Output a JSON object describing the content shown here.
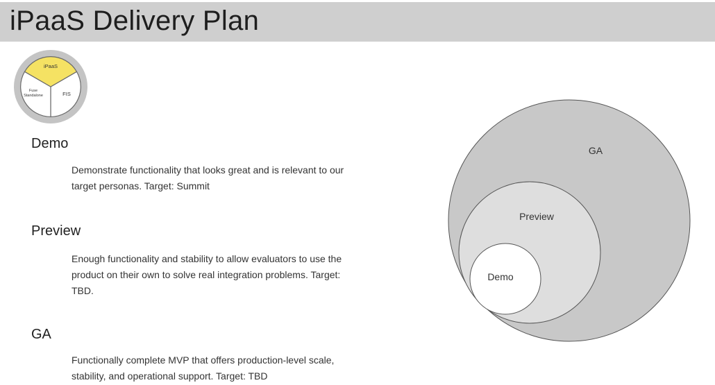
{
  "slide": {
    "title": "iPaaS Delivery Plan"
  },
  "badge": {
    "segments": [
      {
        "label": "iPaaS",
        "color": "#f5e263"
      },
      {
        "label": "Fuse Standalone",
        "line1": "Fuse",
        "line2": "Standalone",
        "color": "#ffffff"
      },
      {
        "label": "FIS",
        "color": "#ffffff"
      }
    ],
    "ring_color": "#c4c4c4"
  },
  "sections": [
    {
      "heading": "Demo",
      "lines": [
        "Demonstrate functionality that looks great and is relevant to our",
        "target personas.  Target: Summit"
      ]
    },
    {
      "heading": "Preview",
      "lines": [
        "Enough functionality and stability to allow evaluators to use the",
        "product on their own to solve real integration problems.  Target:",
        "TBD."
      ]
    },
    {
      "heading": "GA",
      "lines": [
        "Functionally complete MVP that offers production-level scale,",
        "stability, and operational support. Target: TBD"
      ]
    }
  ],
  "diagram": {
    "circles": [
      {
        "label": "GA",
        "fill": "#c8c8c8"
      },
      {
        "label": "Preview",
        "fill": "#dedede"
      },
      {
        "label": "Demo",
        "fill": "#ffffff"
      }
    ],
    "stroke": "#555555"
  }
}
